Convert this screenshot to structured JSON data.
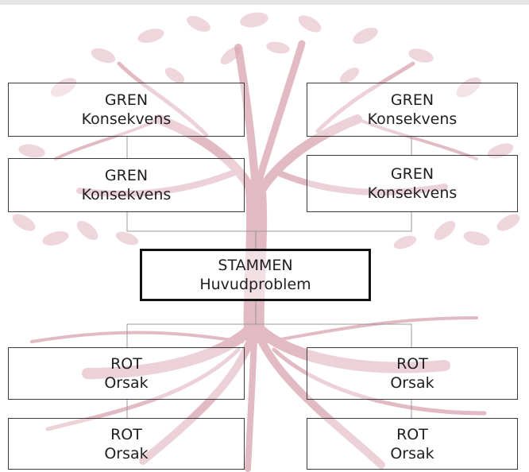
{
  "colors": {
    "tree": "#d9a3b0",
    "box_border": "#3a3a3a",
    "trunk_border": "#111111",
    "text": "#1f1f1f",
    "connector": "#9a9a9a"
  },
  "branches": [
    {
      "line1": "GREN",
      "line2": "Konsekvens"
    },
    {
      "line1": "GREN",
      "line2": "Konsekvens"
    },
    {
      "line1": "GREN",
      "line2": "Konsekvens"
    },
    {
      "line1": "GREN",
      "line2": "Konsekvens"
    }
  ],
  "trunk": {
    "line1": "STAMMEN",
    "line2": "Huvudproblem"
  },
  "roots": [
    {
      "line1": "ROT",
      "line2": "Orsak"
    },
    {
      "line1": "ROT",
      "line2": "Orsak"
    },
    {
      "line1": "ROT",
      "line2": "Orsak"
    },
    {
      "line1": "ROT",
      "line2": "Orsak"
    }
  ]
}
